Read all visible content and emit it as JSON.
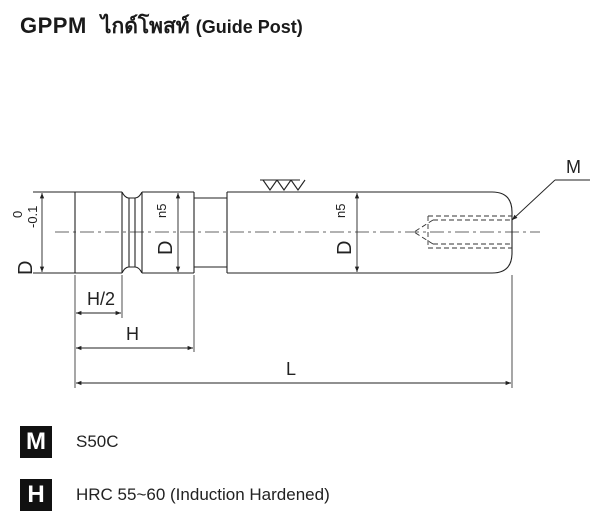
{
  "header": {
    "code": "GPPM",
    "thai_name": "ไกด์โพสท์",
    "english_name": "(Guide Post)"
  },
  "drawing": {
    "dim_D": "D",
    "tol_upper": "0",
    "tol_lower": "-0.1",
    "fit_n5": "n5",
    "dim_H_half": "H/2",
    "dim_H": "H",
    "dim_L": "L",
    "thread_M": "M"
  },
  "legend": [
    {
      "key": "M",
      "text": "S50C"
    },
    {
      "key": "H",
      "text": "HRC 55~60 (Induction Hardened)"
    }
  ]
}
